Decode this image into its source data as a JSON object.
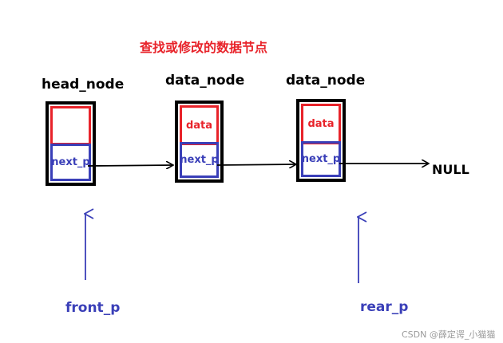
{
  "title": "查找或修改的数据节点",
  "nodes": [
    {
      "label": "head_node",
      "data_text": "",
      "next_text": "next_p"
    },
    {
      "label": "data_node",
      "data_text": "data",
      "next_text": "next_p"
    },
    {
      "label": "data_node",
      "data_text": "data",
      "next_text": "next_p"
    }
  ],
  "null_label": "NULL",
  "pointers": {
    "front": "front_p",
    "rear": "rear_p"
  },
  "watermark": "CSDN @薛定谔_小猫猫",
  "colors": {
    "data_border": "#e8232a",
    "next_border": "#3a3fb8",
    "node_border": "#000000",
    "title": "#e8232a",
    "pointer": "#3a3fb8"
  }
}
